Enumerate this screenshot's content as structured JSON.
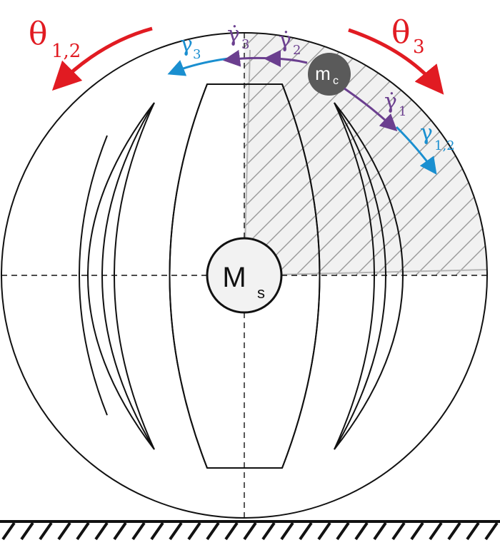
{
  "colors": {
    "outline": "#111111",
    "hatch": "#9a9a9a",
    "sector_edge": "#b5b5b5",
    "hatch_fill": "#f1f1f1",
    "mass_large_fill": "#f2f2f2",
    "mass_small_fill": "#5a5a5a",
    "mass_small_text": "#ffffff",
    "theta_red": "#e11b22",
    "gamma_blue": "#1a8fd0",
    "gammadot_purple": "#6b3f8f",
    "ground": "#111111"
  },
  "labels": {
    "theta_12": {
      "symbol": "θ",
      "sub": "1,2"
    },
    "theta_3": {
      "symbol": "θ",
      "sub": "3"
    },
    "gamma_3": {
      "symbol": "γ",
      "sub": "3"
    },
    "gammadot_3": {
      "symbol": "γ̇",
      "sub": "3"
    },
    "gammadot_2": {
      "symbol": "γ̇",
      "sub": "2"
    },
    "gammadot_1": {
      "symbol": "γ̇",
      "sub": "1"
    },
    "gamma_12": {
      "symbol": "γ",
      "sub": "1,2"
    },
    "mass_small": {
      "symbol": "m",
      "sub": "c"
    },
    "mass_large": {
      "symbol": "M",
      "sub": "s"
    }
  }
}
